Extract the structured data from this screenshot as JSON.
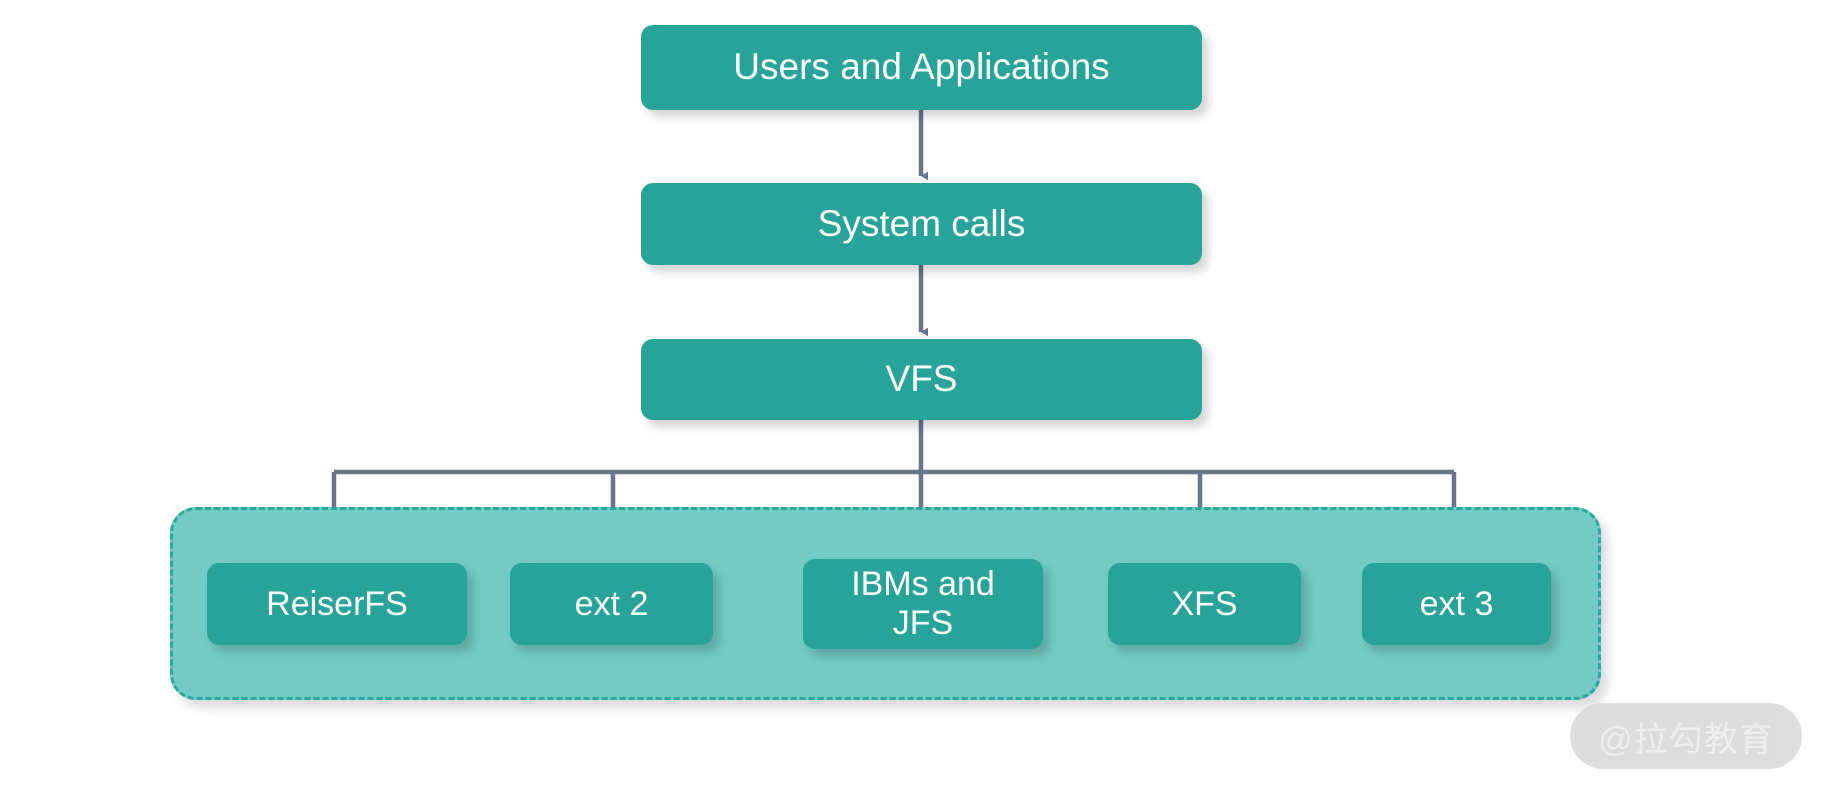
{
  "diagram": {
    "title": "Linux filesystem layer diagram",
    "colors": {
      "node_fill": "#27a39a",
      "container_fill": "#72cbc4",
      "container_border": "#2aa79c",
      "connector": "#66758c",
      "node_text": "#ffffff",
      "watermark_bg": "#dcdcdc",
      "watermark_text": "#efefef"
    },
    "layers": [
      {
        "id": "users",
        "label": "Users and Applications"
      },
      {
        "id": "syscalls",
        "label": "System calls"
      },
      {
        "id": "vfs",
        "label": "VFS"
      }
    ],
    "filesystems": [
      {
        "id": "reiserfs",
        "label": "ReiserFS"
      },
      {
        "id": "ext2",
        "label": "ext 2"
      },
      {
        "id": "ibms_jfs",
        "label": "IBMs and\nJFS",
        "line1": "IBMs and",
        "line2": "JFS"
      },
      {
        "id": "xfs",
        "label": "XFS"
      },
      {
        "id": "ext3",
        "label": "ext 3"
      }
    ],
    "connectors": [
      {
        "from": "users",
        "to": "syscalls",
        "kind": "arrow-down"
      },
      {
        "from": "syscalls",
        "to": "vfs",
        "kind": "arrow-down"
      },
      {
        "from": "vfs",
        "to": "reiserfs",
        "kind": "branch-arrow"
      },
      {
        "from": "vfs",
        "to": "ext2",
        "kind": "branch-arrow"
      },
      {
        "from": "vfs",
        "to": "ibms_jfs",
        "kind": "branch-arrow"
      },
      {
        "from": "vfs",
        "to": "xfs",
        "kind": "branch-arrow"
      },
      {
        "from": "vfs",
        "to": "ext3",
        "kind": "branch-arrow"
      }
    ]
  },
  "watermark": {
    "text": "@拉勾教育"
  }
}
